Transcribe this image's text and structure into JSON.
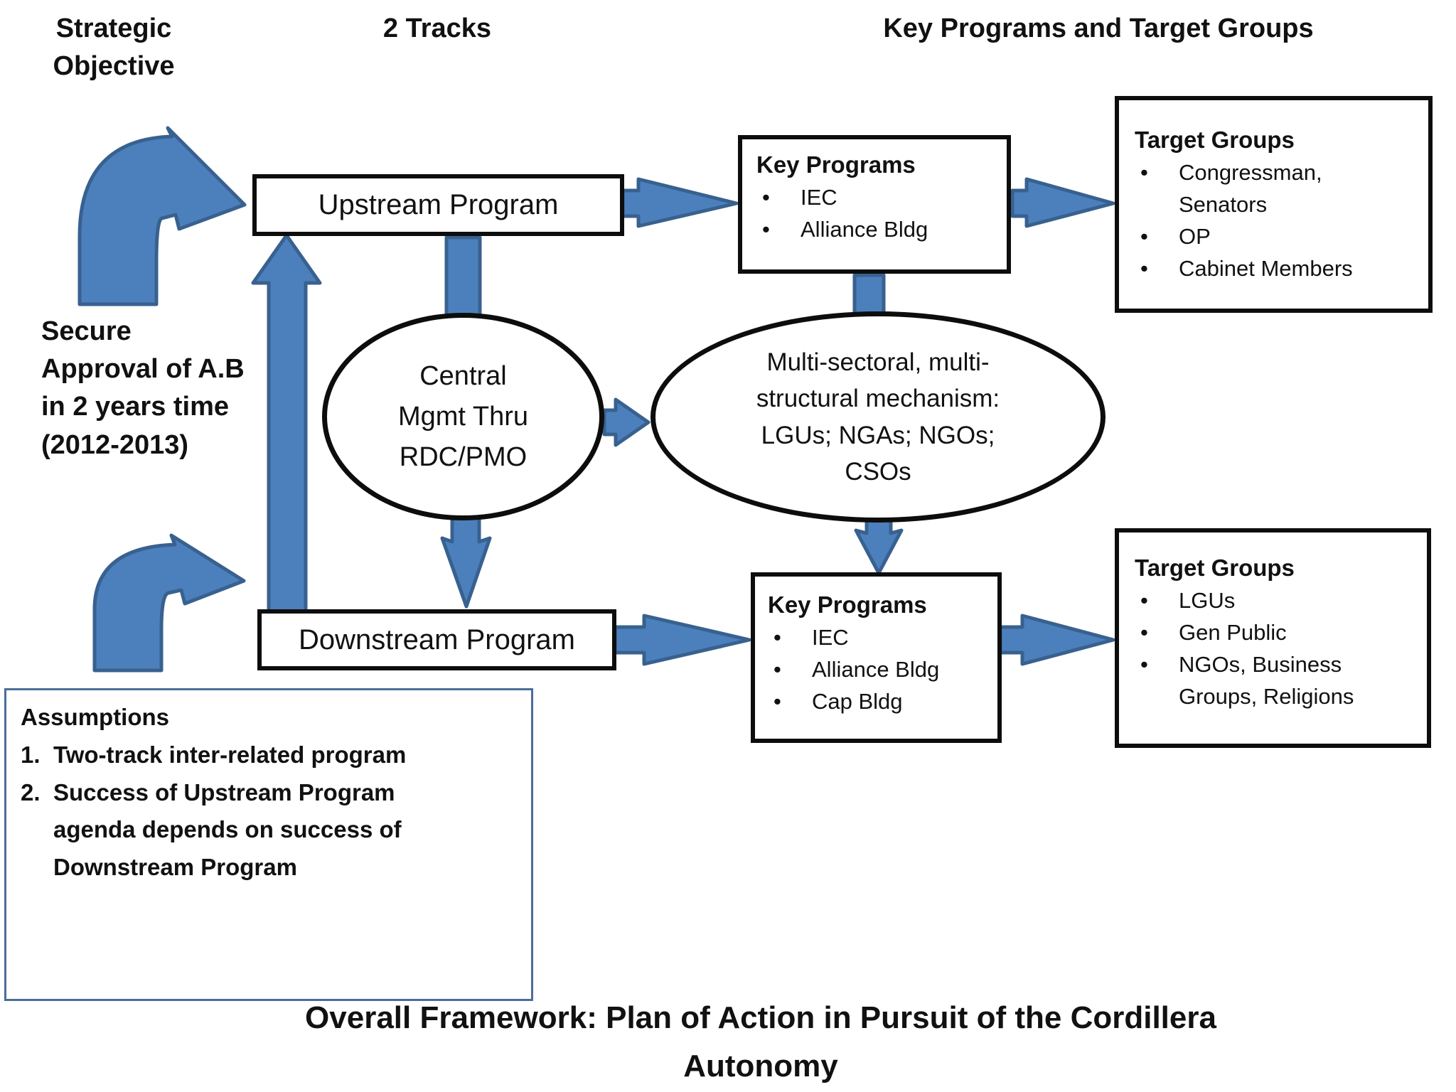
{
  "headers": {
    "strategic_objective": "Strategic\nObjective",
    "two_tracks": "2 Tracks",
    "key_programs_and_target_groups": "Key Programs and Target Groups"
  },
  "strategic_objective_note": "Secure\nApproval of A.B\nin 2 years time\n(2012-2013)",
  "tracks": {
    "upstream_label": "Upstream Program",
    "downstream_label": "Downstream Program"
  },
  "central_mgmt_label": "Central\nMgmt Thru\nRDC/PMO",
  "multi_sectoral_label": "Multi-sectoral, multi-\nstructural mechanism:\nLGUs; NGAs; NGOs;\nCSOs",
  "key_programs_upstream": {
    "heading": "Key Programs",
    "items": [
      "IEC",
      "Alliance Bldg"
    ]
  },
  "key_programs_downstream": {
    "heading": "Key Programs",
    "items": [
      "IEC",
      "Alliance Bldg",
      "Cap Bldg"
    ]
  },
  "target_groups_upstream": {
    "heading": "Target Groups",
    "items": [
      "Congressman,\nSenators",
      "OP",
      "Cabinet Members"
    ]
  },
  "target_groups_downstream": {
    "heading": "Target Groups",
    "items": [
      "LGUs",
      "Gen Public",
      "NGOs, Business\nGroups, Religions"
    ]
  },
  "assumptions": {
    "heading": "Assumptions",
    "items": [
      {
        "num": "1.",
        "text": "Two-track inter-related program"
      },
      {
        "num": "2.",
        "text": "Success of Upstream Program\nagenda depends on success of\nDownstream Program"
      }
    ]
  },
  "title": "Overall Framework: Plan of Action in Pursuit of the Cordillera\nAutonomy",
  "ui": {
    "bullet": "•"
  },
  "colors": {
    "arrow_fill": "#4c80bc",
    "arrow_stroke": "#38618f",
    "box_border": "#0d0d0d",
    "assumptions_border": "#4a6d9b"
  }
}
